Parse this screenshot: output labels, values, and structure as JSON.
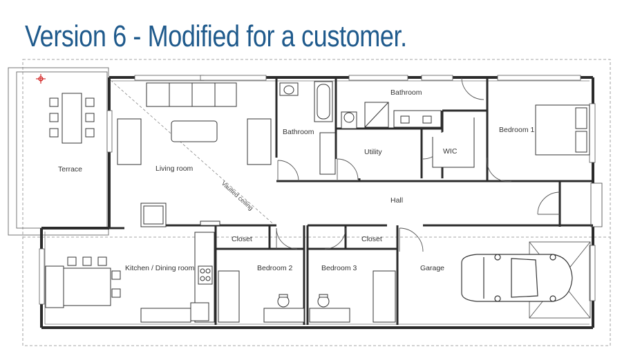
{
  "header": {
    "title": "Version 6 - Modified for a customer."
  },
  "rooms": {
    "terrace": "Terrace",
    "living_room": "Living room",
    "vaulted_ceiling": "Vaulted ceiling",
    "bathroom_left": "Bathroom",
    "bathroom_right": "Bathroom",
    "utility": "Utility",
    "wic": "WIC",
    "bedroom_1": "Bedroom 1",
    "hall": "Hall",
    "closet_left": "Closet",
    "closet_right": "Closet",
    "kitchen_dining": "Kitchen / Dining room",
    "bedroom_2": "Bedroom 2",
    "bedroom_3": "Bedroom 3",
    "garage": "Garage"
  },
  "colors": {
    "title": "#1f5a8c",
    "wall": "#2b2b2b",
    "line": "#555555",
    "dash": "#777777",
    "marker": "#cc0000"
  }
}
